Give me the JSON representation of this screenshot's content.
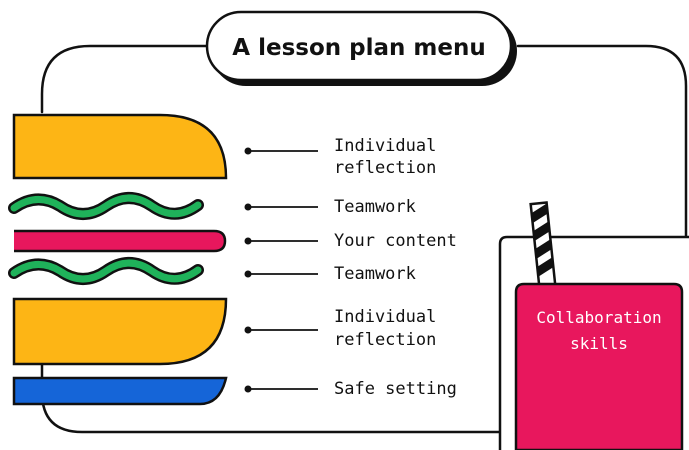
{
  "title": "A lesson plan menu",
  "labels": {
    "individual_reflection_1": [
      "Individual",
      "reflection"
    ],
    "teamwork_1": "Teamwork",
    "your_content": "Your content",
    "teamwork_2": "Teamwork",
    "individual_reflection_2": [
      "Individual",
      "reflection"
    ],
    "safe_setting": "Safe setting"
  },
  "drink": {
    "label_line1": "Collaboration",
    "label_line2": "skills"
  },
  "colors": {
    "bun": "#FDB515",
    "lettuce": "#1FB25A",
    "content": "#E8175D",
    "base": "#1565D8",
    "outline": "#111111",
    "cup": "#E8175D"
  },
  "icons": [
    "burger-illustration",
    "drink-cup-icon",
    "straw-icon"
  ]
}
